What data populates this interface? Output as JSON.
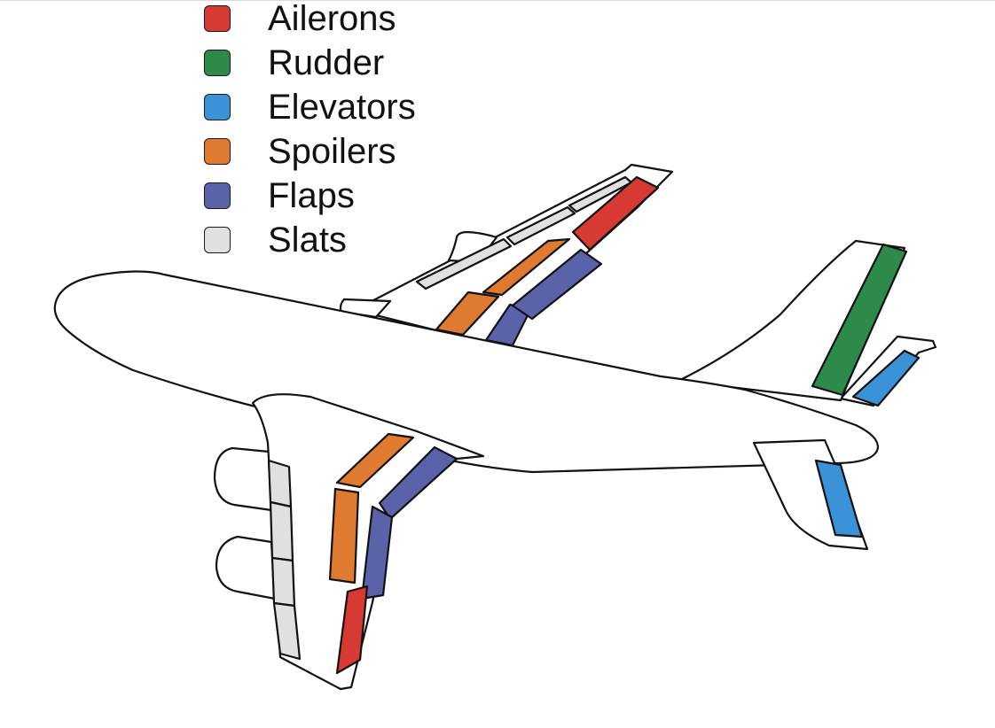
{
  "legend": {
    "items": [
      {
        "key": "ailerons",
        "label": "Ailerons",
        "color": "#d63a32"
      },
      {
        "key": "rudder",
        "label": "Rudder",
        "color": "#2e8a4a"
      },
      {
        "key": "elevators",
        "label": "Elevators",
        "color": "#3a93d6"
      },
      {
        "key": "spoilers",
        "label": "Spoilers",
        "color": "#e07a30"
      },
      {
        "key": "flaps",
        "label": "Flaps",
        "color": "#5a63aa"
      },
      {
        "key": "slats",
        "label": "Slats",
        "color": "#e0e0e0"
      }
    ]
  }
}
